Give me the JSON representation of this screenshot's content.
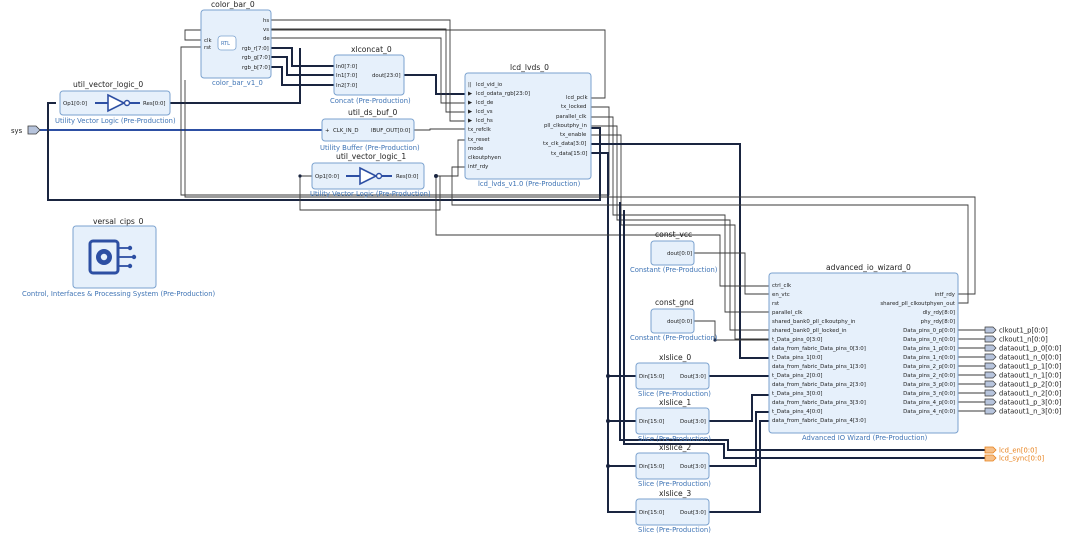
{
  "blocks": {
    "color_bar_0": {
      "name": "color_bar_0",
      "sub": "color_bar_v1_0",
      "tag": "RTL",
      "in": [
        "clk",
        "rst"
      ],
      "out": [
        "hs",
        "vs",
        "de",
        "rgb_r[7:0]",
        "rgb_g[7:0]",
        "rgb_b[7:0]"
      ]
    },
    "xlconcat_0": {
      "name": "xlconcat_0",
      "sub": "Concat (Pre-Production)",
      "in": [
        "In0[7:0]",
        "In1[7:0]",
        "In2[7:0]"
      ],
      "out": [
        "dout[23:0]"
      ]
    },
    "lcd_lvds_0": {
      "name": "lcd_lvds_0",
      "sub": "lcd_lvds_v1.0 (Pre-Production)",
      "in": [
        "lcd_vid_io",
        "lcd_odata_rgb[23:0]",
        "lcd_de",
        "lcd_vs",
        "lcd_hs",
        "tx_refclk",
        "tx_reset",
        "mode",
        "clkoutphyen",
        "intf_rdy"
      ],
      "out": [
        "lcd_pclk",
        "tx_locked",
        "parallel_clk",
        "pll_clkoutphy_in",
        "tx_enable",
        "tx_clk_data[3:0]",
        "tx_data[15:0]"
      ]
    },
    "util_vector_logic_0": {
      "name": "util_vector_logic_0",
      "sub": "Utility Vector Logic (Pre-Production)",
      "in": [
        "Op1[0:0]"
      ],
      "out": [
        "Res[0:0]"
      ]
    },
    "util_ds_buf_0": {
      "name": "util_ds_buf_0",
      "sub": "Utility Buffer (Pre-Production)",
      "in": [
        "CLK_IN_D"
      ],
      "out": [
        "IBUF_OUT[0:0]"
      ]
    },
    "util_vector_logic_1": {
      "name": "util_vector_logic_1",
      "sub": "Utility Vector Logic (Pre-Production)",
      "in": [
        "Op1[0:0]"
      ],
      "out": [
        "Res[0:0]"
      ]
    },
    "versal_cips_0": {
      "name": "versal_cips_0",
      "sub": "Control, Interfaces & Processing System (Pre-Production)"
    },
    "const_vcc": {
      "name": "const_vcc",
      "sub": "Constant (Pre-Production)",
      "out": [
        "dout[0:0]"
      ]
    },
    "const_gnd": {
      "name": "const_gnd",
      "sub": "Constant (Pre-Production)",
      "out": [
        "dout[0:0]"
      ]
    },
    "xlslice_0": {
      "name": "xlslice_0",
      "sub": "Slice (Pre-Production)",
      "in": [
        "Din[15:0]"
      ],
      "out": [
        "Dout[3:0]"
      ]
    },
    "xlslice_1": {
      "name": "xlslice_1",
      "sub": "Slice (Pre-Production)",
      "in": [
        "Din[15:0]"
      ],
      "out": [
        "Dout[3:0]"
      ]
    },
    "xlslice_2": {
      "name": "xlslice_2",
      "sub": "Slice (Pre-Production)",
      "in": [
        "Din[15:0]"
      ],
      "out": [
        "Dout[3:0]"
      ]
    },
    "xlslice_3": {
      "name": "xlslice_3",
      "sub": "Slice (Pre-Production)",
      "in": [
        "Din[15:0]"
      ],
      "out": [
        "Dout[3:0]"
      ]
    },
    "advanced_io_wizard_0": {
      "name": "advanced_io_wizard_0",
      "sub": "Advanced IO Wizard (Pre-Production)",
      "in": [
        "ctrl_clk",
        "en_vtc",
        "rst",
        "parallel_clk",
        "shared_bank0_pll_clkoutphy_in",
        "shared_bank0_pll_locked_in",
        "t_Data_pins_0[3:0]",
        "data_from_fabric_Data_pins_0[3:0]",
        "t_Data_pins_1[0:0]",
        "data_from_fabric_Data_pins_1[3:0]",
        "t_Data_pins_2[0:0]",
        "data_from_fabric_Data_pins_2[3:0]",
        "t_Data_pins_3[0:0]",
        "data_from_fabric_Data_pins_3[3:0]",
        "t_Data_pins_4[0:0]",
        "data_from_fabric_Data_pins_4[3:0]"
      ],
      "out": [
        "intf_rdy",
        "shared_pll_clkoutphyen_out",
        "dly_rdy[8:0]",
        "phy_rdy[8:0]",
        "Data_pins_0_p[0:0]",
        "Data_pins_0_n[0:0]",
        "Data_pins_1_p[0:0]",
        "Data_pins_1_n[0:0]",
        "Data_pins_2_p[0:0]",
        "Data_pins_2_n[0:0]",
        "Data_pins_3_p[0:0]",
        "Data_pins_3_n[0:0]",
        "Data_pins_4_p[0:0]",
        "Data_pins_4_n[0:0]"
      ]
    }
  },
  "ports": {
    "in": [
      "sys"
    ],
    "out": [
      "clkout1_p[0:0]",
      "clkout1_n[0:0]",
      "dataout1_p_0[0:0]",
      "dataout1_n_0[0:0]",
      "dataout1_p_1[0:0]",
      "dataout1_n_1[0:0]",
      "dataout1_p_2[0:0]",
      "dataout1_n_2[0:0]",
      "dataout1_p_3[0:0]",
      "dataout1_n_3[0:0]"
    ],
    "lcd": [
      "lcd_en[0:0]",
      "lcd_sync[0:0]"
    ]
  },
  "colors": {
    "block_fill": "#e6f0fb",
    "block_stroke": "#7ba2cf",
    "subtitle": "#3f74b5",
    "lcd_port": "#e8821d",
    "bus": "#1a2540"
  }
}
